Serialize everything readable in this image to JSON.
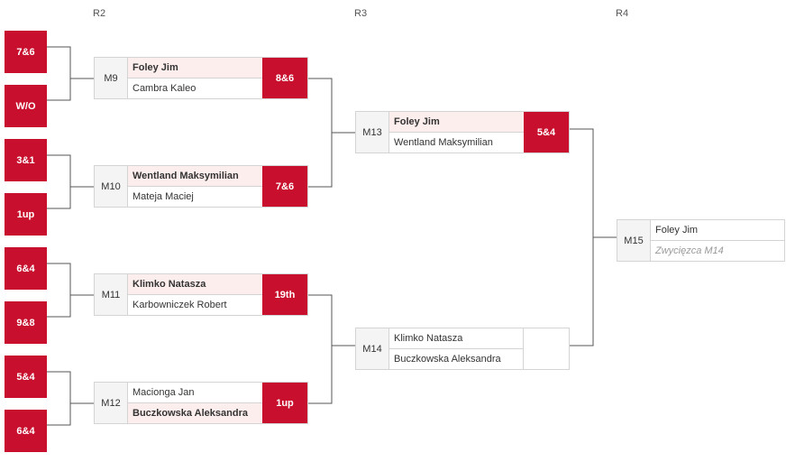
{
  "rounds": {
    "r2": "R2",
    "r3": "R3",
    "r4": "R4"
  },
  "r1_scores": [
    "7&6",
    "W/O",
    "3&1",
    "1up",
    "6&4",
    "9&8",
    "5&4",
    "6&4"
  ],
  "matches": {
    "m9": {
      "id": "M9",
      "p1": "Foley Jim",
      "p2": "Cambra Kaleo",
      "score": "8&6"
    },
    "m10": {
      "id": "M10",
      "p1": "Wentland Maksymilian",
      "p2": "Mateja Maciej",
      "score": "7&6"
    },
    "m11": {
      "id": "M11",
      "p1": "Klimko Natasza",
      "p2": "Karbowniczek Robert",
      "score": "19th"
    },
    "m12": {
      "id": "M12",
      "p1": "Macionga Jan",
      "p2": "Buczkowska Aleksandra",
      "score": "1up"
    },
    "m13": {
      "id": "M13",
      "p1": "Foley Jim",
      "p2": "Wentland Maksymilian",
      "score": "5&4"
    },
    "m14": {
      "id": "M14",
      "p1": "Klimko Natasza",
      "p2": "Buczkowska Aleksandra",
      "score": ""
    },
    "m15": {
      "id": "M15",
      "p1": "Foley Jim",
      "p2": "Zwycięzca M14"
    }
  },
  "colors": {
    "accent": "#c8102e",
    "winner_bg": "#fdeeee",
    "border": "#d4d4d4",
    "connector": "#555555"
  }
}
